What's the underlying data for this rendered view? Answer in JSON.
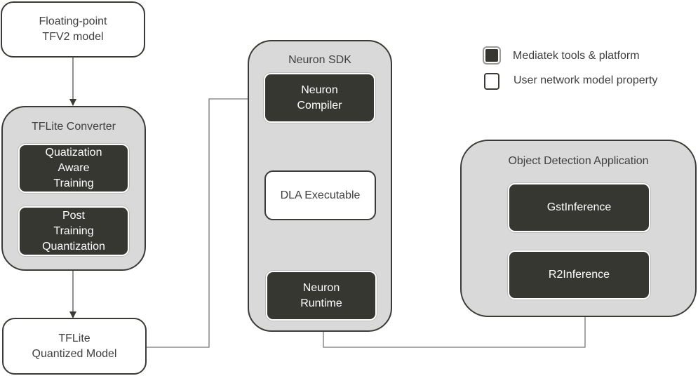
{
  "diagram": {
    "nodes": {
      "float_model": {
        "lines": [
          "Floating-point",
          "TFV2 model"
        ],
        "style": "user"
      },
      "tflite_converter": {
        "title": "TFLite Converter",
        "children": {
          "qat": {
            "lines": [
              "Quatization",
              "Aware",
              "Training"
            ],
            "style": "mediatek"
          },
          "ptq": {
            "lines": [
              "Post",
              "Training",
              "Quantization"
            ],
            "style": "mediatek"
          }
        }
      },
      "tflite_quant": {
        "lines": [
          "TFLite",
          "Quantized Model"
        ],
        "style": "user"
      },
      "neuron_sdk": {
        "title": "Neuron SDK",
        "children": {
          "compiler": {
            "lines": [
              "Neuron",
              "Compiler"
            ],
            "style": "mediatek"
          },
          "dla": {
            "lines": [
              "DLA Executable"
            ],
            "style": "user"
          },
          "runtime": {
            "lines": [
              "Neuron",
              "Runtime"
            ],
            "style": "mediatek"
          }
        }
      },
      "app": {
        "title": "Object Detection Application",
        "children": {
          "gst": {
            "lines": [
              "GstInference"
            ],
            "style": "mediatek"
          },
          "r2": {
            "lines": [
              "R2Inference"
            ],
            "style": "mediatek"
          }
        }
      }
    },
    "edges": [
      {
        "from": "Floating-point TFV2 model",
        "to": "TFLite Converter"
      },
      {
        "from": "TFLite Converter",
        "to": "TFLite Quantized Model"
      },
      {
        "from": "TFLite Quantized Model",
        "to": "Neuron Compiler"
      },
      {
        "from": "Neuron Compiler",
        "to": "DLA Executable"
      },
      {
        "from": "DLA Executable",
        "to": "Neuron Runtime"
      },
      {
        "from": "Neuron Runtime",
        "to": "R2Inference"
      },
      {
        "from": "R2Inference",
        "to": "GstInference"
      }
    ],
    "legend": [
      {
        "label": "Mediatek tools & platform",
        "style": "mediatek"
      },
      {
        "label": "User network model property",
        "style": "user"
      }
    ],
    "colors": {
      "mediatek": "#373732",
      "container": "#d9d9d9",
      "user": "#ffffff",
      "stroke": "#3a3a36"
    }
  }
}
